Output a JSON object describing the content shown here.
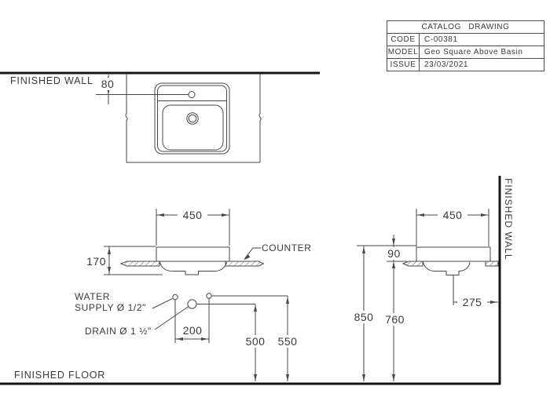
{
  "title_block": {
    "header": "CATALOG DRAWING",
    "rows": [
      {
        "label": "CODE",
        "value": "C-00381"
      },
      {
        "label": "MODEL",
        "value": "Geo Square Above Basin"
      },
      {
        "label": "ISSUE",
        "value": "23/03/2021"
      }
    ]
  },
  "top_view": {
    "wall_label": "FINISHED WALL",
    "faucet_offset": "80"
  },
  "left_view": {
    "basin_width": "450",
    "basin_height": "170",
    "counter_label": "COUNTER",
    "water_supply_line1": "WATER",
    "water_supply_line2": "SUPPLY Ø 1/2\"",
    "drain_label": "DRAIN Ø 1 ½\"",
    "supply_spacing": "200",
    "drain_height": "500",
    "supply_height": "550"
  },
  "right_view": {
    "basin_width": "450",
    "rim_above_counter": "90",
    "rim_height": "850",
    "counter_height": "760",
    "drain_offset_from_wall": "275",
    "wall_label": "FINISHED WALL"
  },
  "floor_label": "FINISHED FLOOR",
  "colors": {
    "thin_line": "#474747",
    "thick_line": "#161616",
    "text": "#3a3a3a"
  }
}
